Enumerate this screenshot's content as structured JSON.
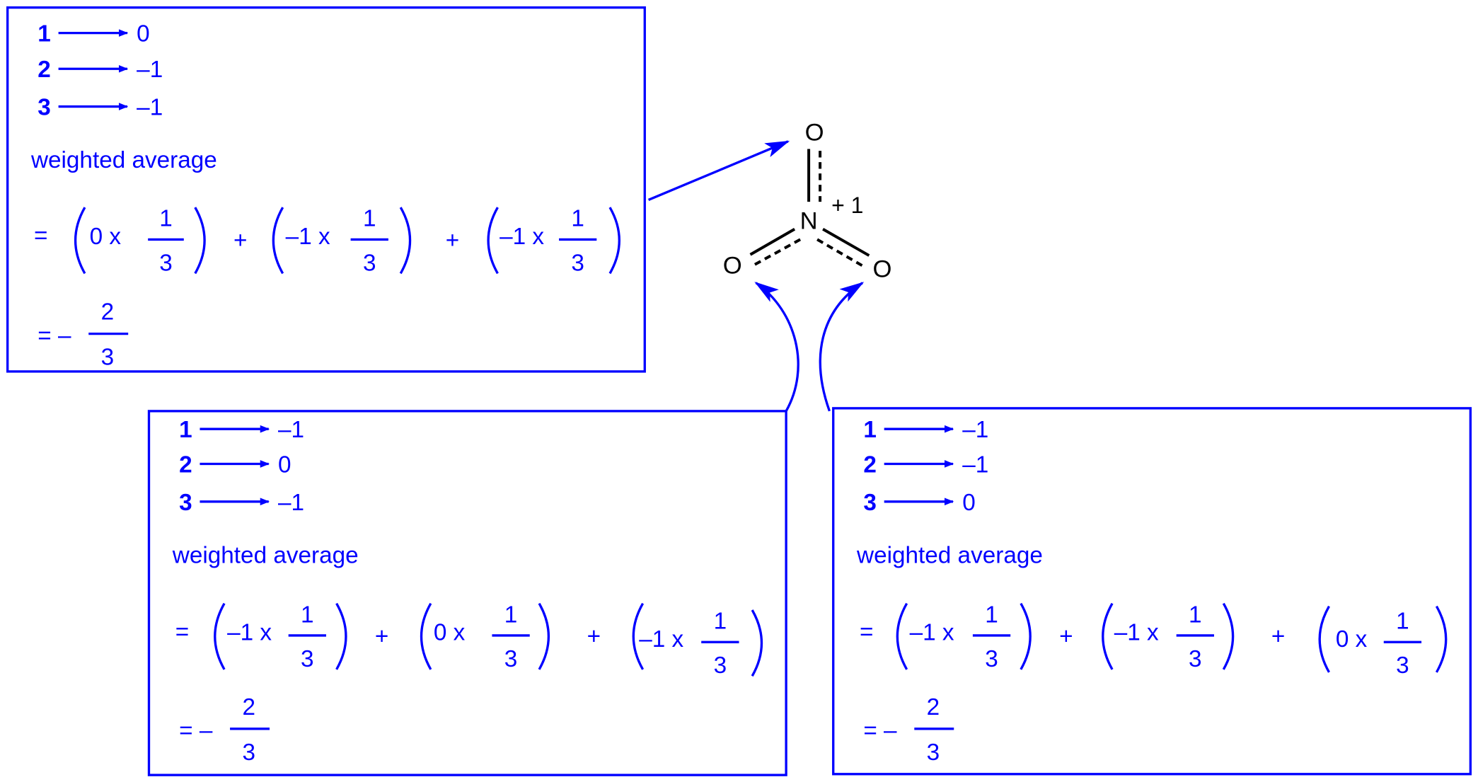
{
  "colors": {
    "annotation": "#0000ff",
    "structure": "#000000"
  },
  "molecule": {
    "atoms": {
      "top": "O",
      "center": "N",
      "left": "O",
      "right": "O"
    },
    "charge": "+ 1"
  },
  "boxes": [
    {
      "rows": [
        {
          "num": "1",
          "value": "0"
        },
        {
          "num": "2",
          "value": "–1"
        },
        {
          "num": "3",
          "value": "–1"
        }
      ],
      "label": "weighted average",
      "equals": "=",
      "terms": [
        {
          "prefix": "0 x",
          "num": "1",
          "den": "3"
        },
        {
          "prefix": "–1 x",
          "num": "1",
          "den": "3"
        },
        {
          "prefix": "–1 x",
          "num": "1",
          "den": "3"
        }
      ],
      "plus": "+",
      "result": {
        "prefix": "= –",
        "num": "2",
        "den": "3"
      }
    },
    {
      "rows": [
        {
          "num": "1",
          "value": "–1"
        },
        {
          "num": "2",
          "value": "0"
        },
        {
          "num": "3",
          "value": "–1"
        }
      ],
      "label": "weighted average",
      "equals": "=",
      "terms": [
        {
          "prefix": "–1 x",
          "num": "1",
          "den": "3"
        },
        {
          "prefix": "0 x",
          "num": "1",
          "den": "3"
        },
        {
          "prefix": "–1 x",
          "num": "1",
          "den": "3"
        }
      ],
      "plus": "+",
      "result": {
        "prefix": "= –",
        "num": "2",
        "den": "3"
      }
    },
    {
      "rows": [
        {
          "num": "1",
          "value": "–1"
        },
        {
          "num": "2",
          "value": "–1"
        },
        {
          "num": "3",
          "value": "0"
        }
      ],
      "label": "weighted average",
      "equals": "=",
      "terms": [
        {
          "prefix": "–1 x",
          "num": "1",
          "den": "3"
        },
        {
          "prefix": "–1 x",
          "num": "1",
          "den": "3"
        },
        {
          "prefix": "0 x",
          "num": "1",
          "den": "3"
        }
      ],
      "plus": "+",
      "result": {
        "prefix": "= –",
        "num": "2",
        "den": "3"
      }
    }
  ]
}
